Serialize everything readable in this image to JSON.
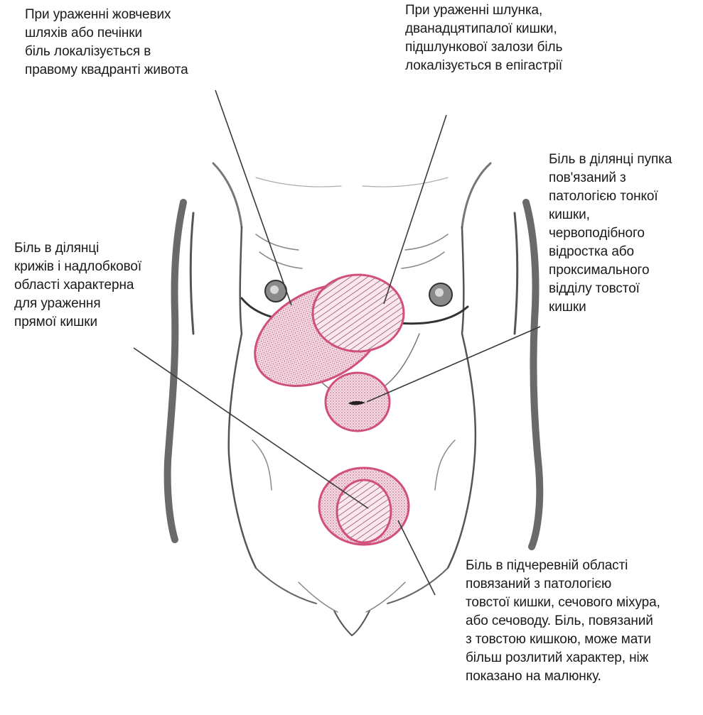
{
  "labels": {
    "liver": "При ураженні жовчевих\nшляхів або печінки\nбіль локалізується в\nправому квадранті живота",
    "stomach": "При ураженні шлунка,\nдванадцятипалої кишки,\nпідшлункової залози біль\nлокалізується в епігастрії",
    "navel": "Біль в ділянці пупка\nпов'язаний з\nпатологією тонкої\nкишки,\nчервоподібного\nвідростка або\nпроксимального\nвідділу товстої\nкишки",
    "rectum": "Біль в ділянці\nкрижів і надлобкової\nобласті характерна\nдля ураження\nпрямої кишки",
    "pubic": "Біль в підчеревній області\nповязаний з патологією\nтовстої кишки, сечового міхура,\nабо сечоводу. Біль, повязаний\nз товстою кишкою, може мати\nбільш розлитий характер, ніж\nпоказано на малюнку."
  },
  "colors": {
    "region_outline": "#d0507a",
    "region_fill": "#f2c6d4",
    "line": "#3a3a3a",
    "text": "#1a1a1a"
  }
}
